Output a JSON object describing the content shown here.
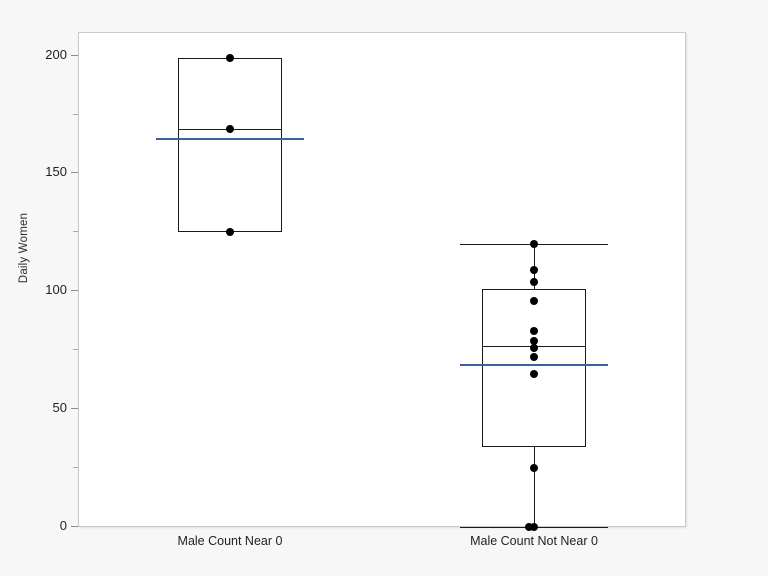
{
  "chart_data": {
    "type": "box",
    "title": "",
    "xlabel": "",
    "ylabel": "Daily Women",
    "ylim": [
      0,
      210
    ],
    "yticks": [
      0,
      50,
      100,
      150,
      200
    ],
    "ytick_labels": [
      "0",
      "50",
      "100",
      "150",
      "200"
    ],
    "yticks_minor": [
      25,
      75,
      125,
      175
    ],
    "grid": false,
    "legend": "none",
    "categories": [
      "Male Count Near 0",
      "Male Count Not Near 0"
    ],
    "groups": [
      {
        "name": "Male Count Near 0",
        "q1": 125,
        "median": 169,
        "q3": 199,
        "whisker_low": 125,
        "whisker_high": 199,
        "mean": 165,
        "show_whiskers": false,
        "points": [
          199,
          169,
          125
        ]
      },
      {
        "name": "Male Count Not Near 0",
        "q1": 34,
        "median": 77,
        "q3": 101,
        "whisker_low": 0,
        "whisker_high": 120,
        "mean": 69,
        "show_whiskers": true,
        "points": [
          120,
          109,
          104,
          96,
          83,
          79,
          76,
          72,
          65,
          25,
          0,
          0
        ]
      }
    ],
    "colors": {
      "mean_line": "#3c5f9e",
      "box_line": "#1a1a1a",
      "point": "#000000",
      "panel_background": "#ffffff",
      "figure_background": "#f7f7f7"
    }
  }
}
